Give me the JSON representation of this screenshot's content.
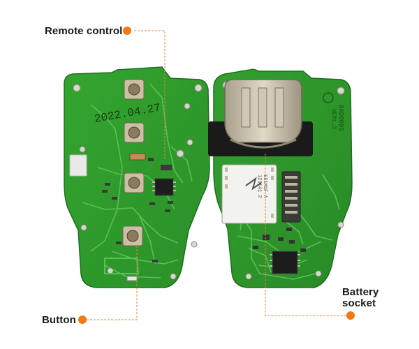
{
  "callouts": {
    "remote_control": "Remote control",
    "button": "Button",
    "battery_socket_line1": "Battery",
    "battery_socket_line2": "socket"
  },
  "pcb_print": {
    "date_code": "2022.04.27",
    "board_id": "8AD0005",
    "board_ver": "VER1.3",
    "chip_line1": "ES1M1F A",
    "chip_line2": "123141 2"
  },
  "colors": {
    "pcb": "#2f9a2a",
    "pcb_dark": "#1f7a22",
    "trace": "#5cc05a",
    "accent": "#f07a18",
    "leader": "#e08a3a"
  }
}
